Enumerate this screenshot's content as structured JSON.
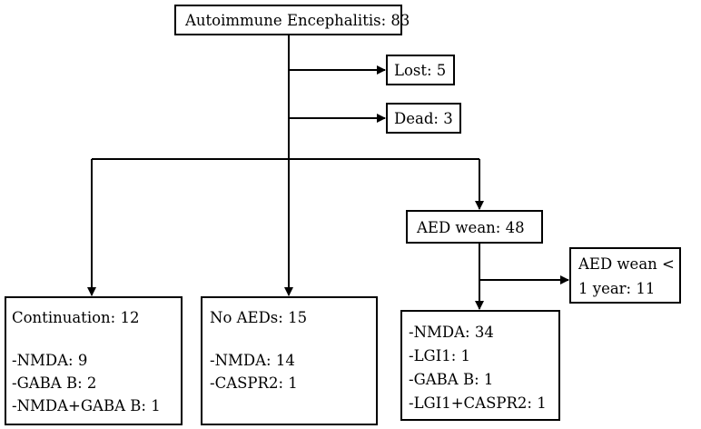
{
  "nodes": {
    "root": "Autoimmune Encephalitis: 83",
    "lost": "Lost: 5",
    "dead": "Dead: 3",
    "aed_wean": "AED wean: 48",
    "aed_wean_lt1_line1": "AED wean <",
    "aed_wean_lt1_line2": "1 year: 11",
    "continuation": {
      "title": "Continuation: 12",
      "items": [
        "-NMDA: 9",
        "-GABA B: 2",
        "-NMDA+GABA B: 1"
      ]
    },
    "no_aeds": {
      "title": "No AEDs: 15",
      "items": [
        "-NMDA: 14",
        "-CASPR2: 1"
      ]
    },
    "wean_breakdown": {
      "items": [
        "-NMDA: 34",
        "-LGI1: 1",
        "-GABA B: 1",
        "-LGI1+CASPR2: 1"
      ]
    }
  }
}
